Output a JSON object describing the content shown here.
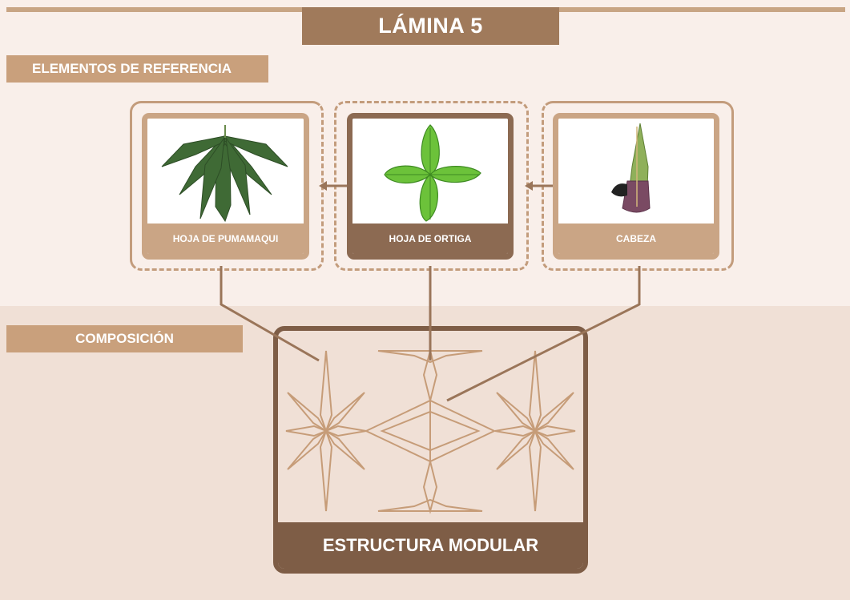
{
  "title": "LÁMINA 5",
  "sections": {
    "reference": "ELEMENTOS DE REFERENCIA",
    "composition": "COMPOSICIÓN"
  },
  "references": [
    {
      "label": "HOJA DE PUMAMAQUI",
      "icon": "pumamaqui-leaf-icon"
    },
    {
      "label": "HOJA DE ORTIGA",
      "icon": "nettle-leaf-icon"
    },
    {
      "label": "CABEZA",
      "icon": "head-figure-icon"
    }
  ],
  "structure": {
    "label": "ESTRUCTURA MODULAR"
  },
  "colors": {
    "accent": "#a07a5b",
    "label": "#c9a07c",
    "card_light": "#caa585",
    "card_dark": "#8c6a52",
    "frame_dark": "#7e5d46",
    "pattern": "#c69c78"
  }
}
